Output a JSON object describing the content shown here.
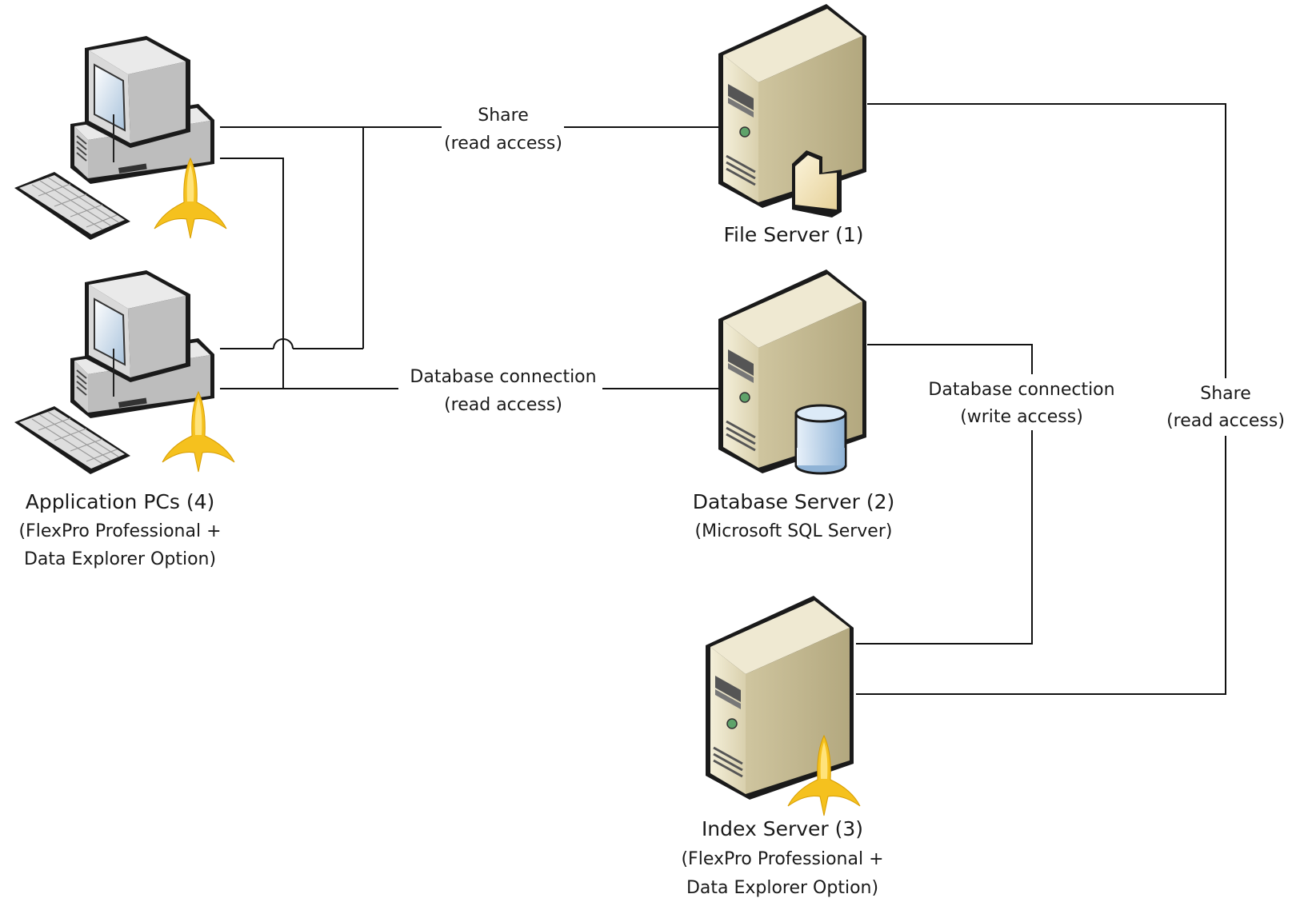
{
  "nodes": {
    "app_pcs": {
      "title": "Application PCs (4)",
      "sub1": "(FlexPro Professional +",
      "sub2": "Data Explorer Option)",
      "icon": "desktop-pc-icon"
    },
    "file_server": {
      "title": "File Server (1)",
      "icon": "file-server-icon"
    },
    "db_server": {
      "title": "Database Server (2)",
      "sub1": "(Microsoft SQL Server)",
      "icon": "database-server-icon"
    },
    "index_server": {
      "title": "Index Server (3)",
      "sub1": "(FlexPro Professional +",
      "sub2": "Data Explorer Option)",
      "icon": "index-server-icon"
    }
  },
  "connections": {
    "pc_file": {
      "line1": "Share",
      "line2": "(read access)"
    },
    "pc_db": {
      "line1": "Database connection",
      "line2": "(read access)"
    },
    "index_db": {
      "line1": "Database connection",
      "line2": "(write access)"
    },
    "index_file": {
      "line1": "Share",
      "line2": "(read access)"
    }
  },
  "colors": {
    "line": "#111111",
    "server_body": "#e8e2c8",
    "server_side": "#c9bf98",
    "flexpro_logo": "#f5c11e",
    "database": "#b9d3ea",
    "folder": "#f3e4b5"
  }
}
